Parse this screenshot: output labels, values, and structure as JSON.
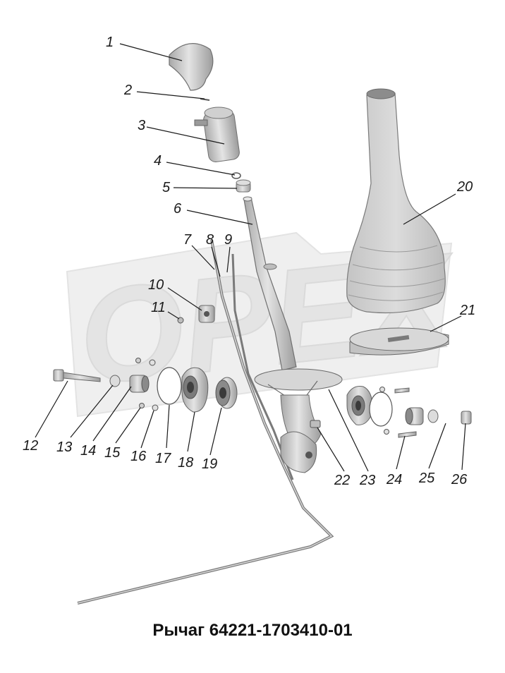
{
  "title": "Рычаг 64221-1703410-01",
  "watermark": "OPEX",
  "callouts": [
    "1",
    "2",
    "3",
    "4",
    "5",
    "6",
    "7",
    "8",
    "9",
    "10",
    "11",
    "12",
    "13",
    "14",
    "15",
    "16",
    "17",
    "18",
    "19",
    "20",
    "21",
    "22",
    "23",
    "24",
    "25",
    "26"
  ],
  "colors": {
    "part_fill": "#cfcfcf",
    "part_stroke": "#6a6a6a",
    "watermark": "#e6e6e6"
  }
}
